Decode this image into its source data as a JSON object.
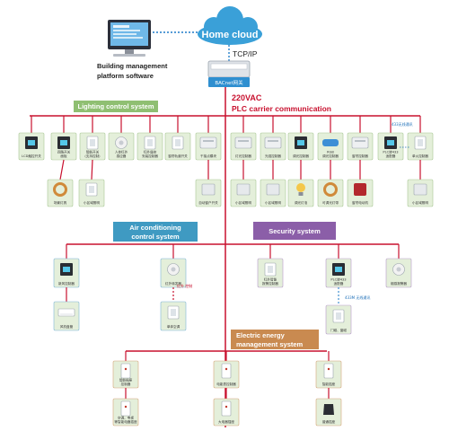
{
  "colors": {
    "bus_red": "#c8102e",
    "lighting": "#8fbf72",
    "aircon": "#3f9ac2",
    "security": "#8b5ea8",
    "energy": "#c98a50",
    "node_fill": "#e4efda",
    "node_border": "#a9c795",
    "cloud": "#3aa0d8",
    "dotted": "#3f8fd0"
  },
  "header": {
    "cloud_label": "Home cloud",
    "protocol_label": "TCP/IP",
    "bms_label_line1": "Building management",
    "bms_label_line2": "platform software",
    "gateway_label": "BACnet网关",
    "voltage_label": "220VAC",
    "plc_label": "PLC carrier communication"
  },
  "subsystems": {
    "lighting": "Lighting control system",
    "aircon_line1": "Air conditioning",
    "aircon_line2": "control system",
    "security": "Security system",
    "energy_line1": "Electric energy",
    "energy_line2": "management system"
  },
  "lighting_nodes": {
    "top": [
      "LCD触控开关",
      "四路开关\n面板",
      "智能开关\n(支持控制)",
      "人体红外\n感应器",
      "红外遥控\n安装控制器",
      "窗帘轨道开关",
      "干接点模块",
      "灯光控制器",
      "光强控制器",
      "调光控制器",
      "RGB\n调光控制器",
      "窗帘控制器",
      "PLC转433\n适配器",
      "单火控制器"
    ],
    "bottom": [
      "场景灯具",
      "小区域照明",
      "自动窗户开关",
      "小区域照明",
      "小区域照明",
      "调光灯泡",
      "可调光灯带",
      "窗帘电动机",
      "小区域照明"
    ],
    "wireless_tag": "433无线通讯"
  },
  "aircon_nodes": [
    "新风控制器",
    "风机盘管",
    "红外转发器",
    "单体空调"
  ],
  "aircon_ir_tag": "红外\n控制",
  "security_nodes": [
    "红外智能\n报警控制器",
    "PLC转433\n适配器",
    "烟感报警器",
    "门磁、窗磁"
  ],
  "security_wireless_tag": "433M\n无线通讯",
  "energy_nodes": [
    "智能插座\n控制器",
    "电能表控制器",
    "智能插座",
    "空调、电视\n等智能电器插座",
    "大电器插座",
    "普通插座"
  ]
}
